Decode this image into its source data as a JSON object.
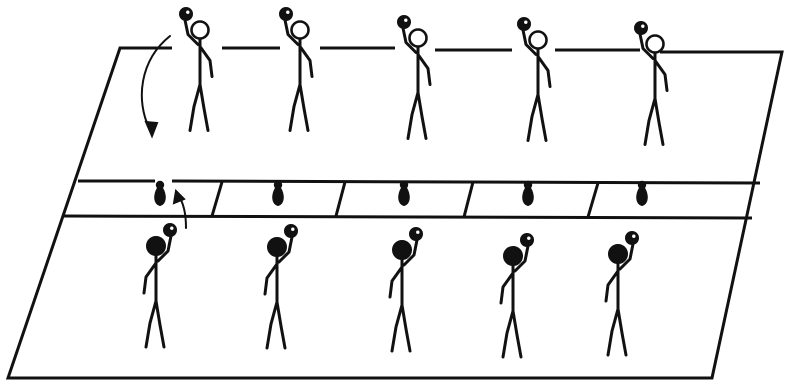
{
  "diagram": {
    "kind": "drill-illustration",
    "ink_color": "#111111",
    "background_color": "#ffffff",
    "top_team": {
      "player_count": 5,
      "head_style": "hollow",
      "holding": "ball"
    },
    "bottom_team": {
      "player_count": 5,
      "head_style": "solid",
      "holding": "ball"
    },
    "center_zone": {
      "pin_count": 5,
      "pin_icon": "bowling-pin-icon"
    },
    "arrows": [
      "curved-throw-arrow",
      "short-return-arrow"
    ]
  }
}
